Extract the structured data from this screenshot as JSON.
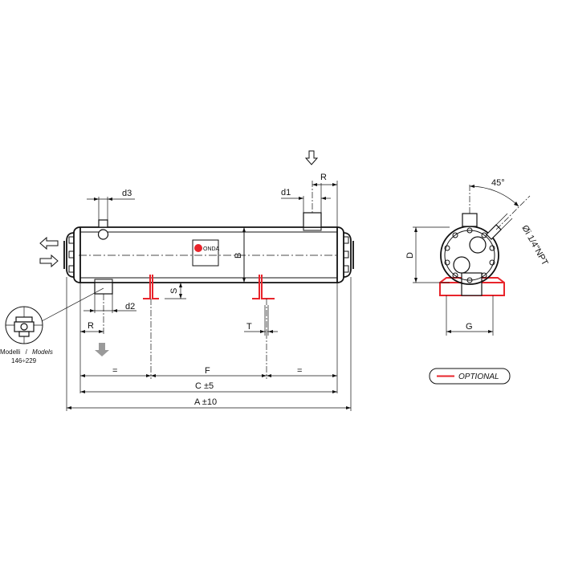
{
  "brand": {
    "logo_text": "ONDA",
    "logo_dot_color": "#e8242b"
  },
  "dimensions": {
    "d3": "d3",
    "d1": "d1",
    "R_top": "R",
    "B": "B",
    "S": "S",
    "d2": "d2",
    "R_bottom": "R",
    "T": "T",
    "eq_left": "=",
    "F": "F",
    "eq_right": "=",
    "C": "C ±5",
    "A": "A ±10",
    "D": "D",
    "G": "G",
    "angle": "45°",
    "thread": "Øi 1/4\"NPT"
  },
  "detail": {
    "models_label": "Modelli",
    "models_sep": "/",
    "models_label_en": "Models",
    "models_range": "146÷229"
  },
  "legend": {
    "optional_label": "OPTIONAL",
    "optional_color": "#e8242b"
  },
  "colors": {
    "line": "#111111",
    "accent": "#e8242b",
    "flow_arrow_gray": "#9a9a9a"
  }
}
